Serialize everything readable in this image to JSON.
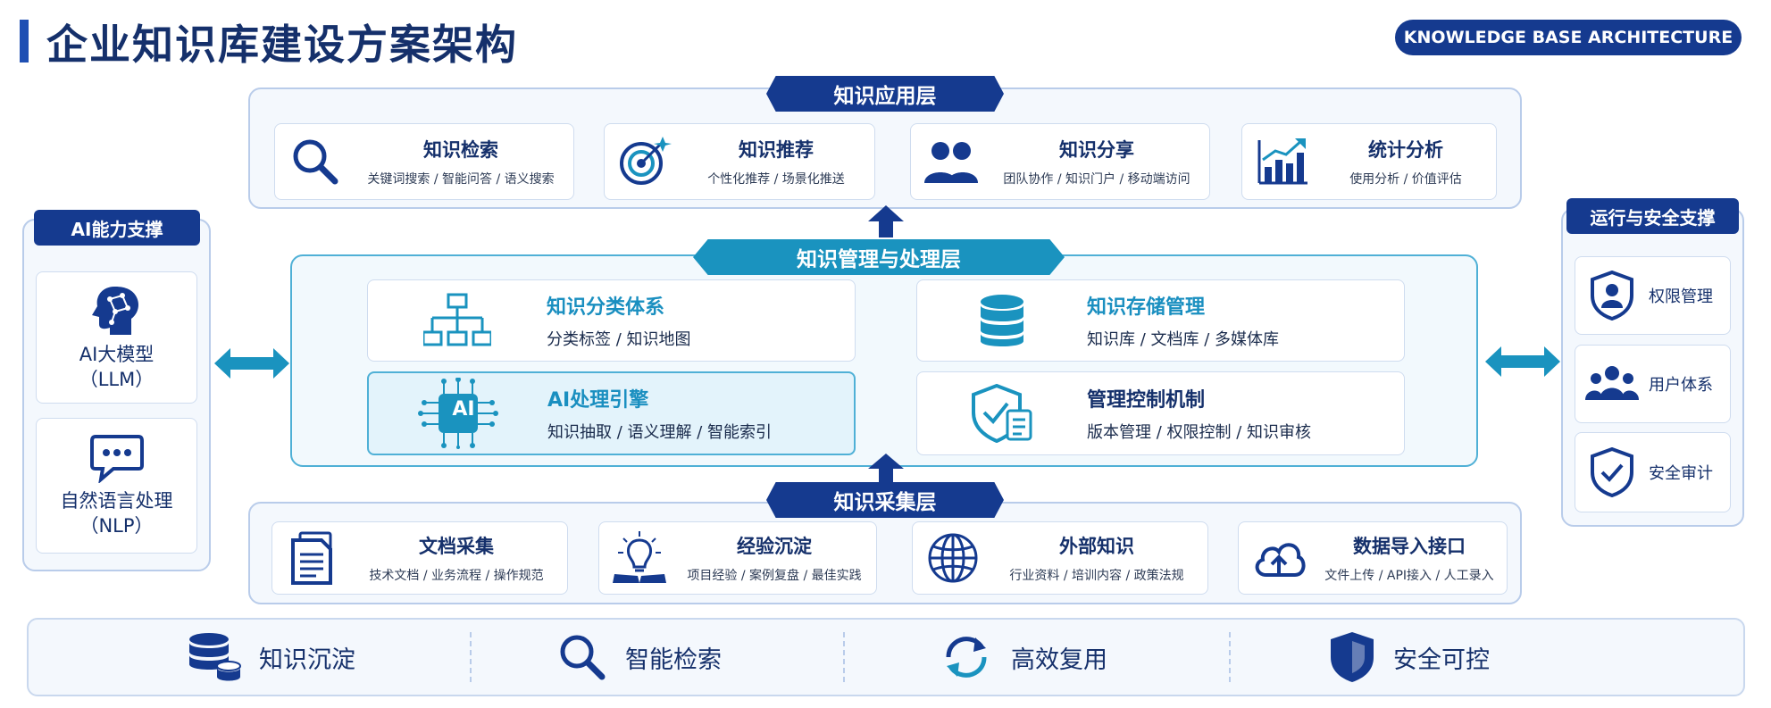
{
  "header": {
    "title": "企业知识库建设方案架构",
    "badge": "KNOWLEDGE BASE ARCHITECTURE"
  },
  "application_layer": {
    "label": "知识应用层",
    "cards": [
      {
        "title": "知识检索",
        "desc": "关键词搜索 / 智能问答 / 语义搜索",
        "icon": "search-icon"
      },
      {
        "title": "知识推荐",
        "desc": "个性化推荐 / 场景化推送",
        "icon": "target-icon"
      },
      {
        "title": "知识分享",
        "desc": "团队协作 / 知识门户 / 移动端访问",
        "icon": "users-icon"
      },
      {
        "title": "统计分析",
        "desc": "使用分析 / 价值评估",
        "icon": "bar-chart-icon"
      }
    ]
  },
  "management_layer": {
    "label": "知识管理与处理层",
    "cards": [
      {
        "title": "知识分类体系",
        "desc": "分类标签 / 知识地图",
        "icon": "hierarchy-icon"
      },
      {
        "title": "知识存储管理",
        "desc": "知识库 / 文档库 / 多媒体库",
        "icon": "database-icon"
      },
      {
        "title": "AI处理引擎",
        "desc": "知识抽取 / 语义理解 / 智能索引",
        "icon": "ai-chip-icon",
        "chip_text": "AI"
      },
      {
        "title": "管理控制机制",
        "desc": "版本管理 / 权限控制 / 知识审核",
        "icon": "shield-checklist-icon"
      }
    ]
  },
  "collection_layer": {
    "label": "知识采集层",
    "cards": [
      {
        "title": "文档采集",
        "desc": "技术文档 / 业务流程 / 操作规范",
        "icon": "document-icon"
      },
      {
        "title": "经验沉淀",
        "desc": "项目经验 / 案例复盘 / 最佳实践",
        "icon": "lightbulb-book-icon"
      },
      {
        "title": "外部知识",
        "desc": "行业资料 / 培训内容 / 政策法规",
        "icon": "globe-icon"
      },
      {
        "title": "数据导入接口",
        "desc": "文件上传 / API接入 / 人工录入",
        "icon": "cloud-upload-icon"
      }
    ]
  },
  "ai_support": {
    "label": "AI能力支撑",
    "items": [
      {
        "line1": "AI大模型",
        "line2": "（LLM）",
        "icon": "ai-head-icon"
      },
      {
        "line1": "自然语言处理",
        "line2": "（NLP）",
        "icon": "chat-bubble-icon"
      }
    ]
  },
  "ops_support": {
    "label": "运行与安全支撑",
    "items": [
      {
        "label": "权限管理",
        "icon": "shield-user-icon"
      },
      {
        "label": "用户体系",
        "icon": "user-group-icon"
      },
      {
        "label": "安全审计",
        "icon": "shield-check-icon"
      }
    ]
  },
  "benefits": [
    {
      "label": "知识沉淀",
      "icon": "database-stack-icon"
    },
    {
      "label": "智能检索",
      "icon": "search-icon"
    },
    {
      "label": "高效复用",
      "icon": "refresh-icon"
    },
    {
      "label": "安全可控",
      "icon": "shield-icon"
    }
  ],
  "colors": {
    "navy": "#153a8f",
    "teal": "#1a93bf",
    "title": "#15306b",
    "panel_border": "#b9ccea"
  }
}
